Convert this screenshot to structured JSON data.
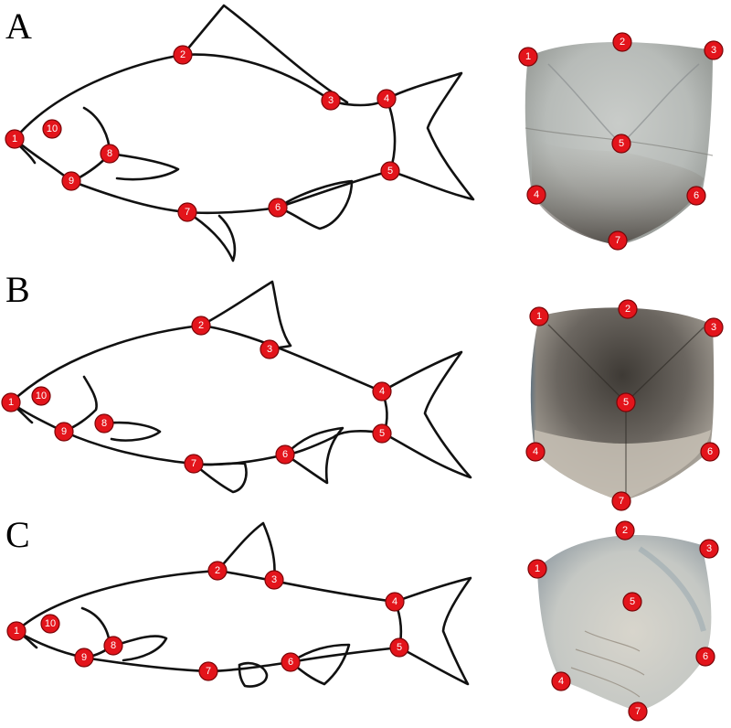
{
  "colors": {
    "landmark_fill": "#e3141b",
    "landmark_stroke": "#7a0508",
    "landmark_text": "#ffffff",
    "outline": "#111111",
    "background": "#ffffff"
  },
  "panels": [
    {
      "letter": "A",
      "fish_landmarks": [
        "1",
        "2",
        "3",
        "4",
        "5",
        "6",
        "7",
        "8",
        "9",
        "10"
      ],
      "scale_landmarks": [
        "1",
        "2",
        "3",
        "4",
        "5",
        "6",
        "7"
      ]
    },
    {
      "letter": "B",
      "fish_landmarks": [
        "1",
        "2",
        "3",
        "4",
        "5",
        "6",
        "7",
        "8",
        "9",
        "10"
      ],
      "scale_landmarks": [
        "1",
        "2",
        "3",
        "4",
        "5",
        "6",
        "7"
      ]
    },
    {
      "letter": "C",
      "fish_landmarks": [
        "1",
        "2",
        "3",
        "4",
        "5",
        "6",
        "7",
        "8",
        "9",
        "10"
      ],
      "scale_landmarks": [
        "1",
        "2",
        "3",
        "4",
        "5",
        "6",
        "7"
      ]
    }
  ]
}
